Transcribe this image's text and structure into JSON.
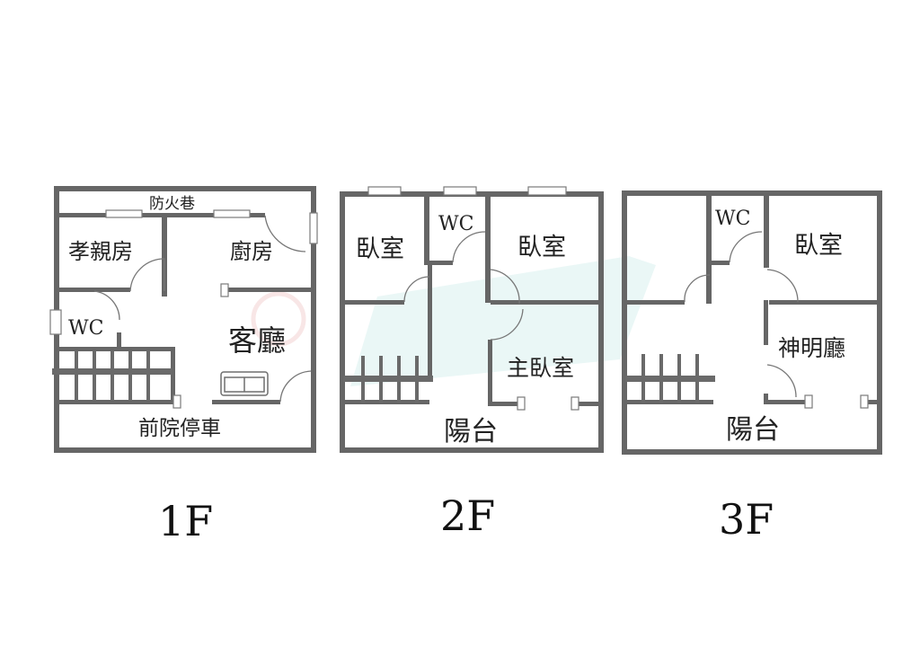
{
  "floors": [
    {
      "label": "1F",
      "rooms": {
        "fire_lane": "防火巷",
        "parents_room": "孝親房",
        "kitchen": "廚房",
        "wc": "WC",
        "living_room": "客廳",
        "front_yard_parking": "前院停車"
      }
    },
    {
      "label": "2F",
      "rooms": {
        "bedroom_left": "臥室",
        "wc": "WC",
        "bedroom_right": "臥室",
        "master_bedroom": "主臥室",
        "balcony": "陽台"
      }
    },
    {
      "label": "3F",
      "rooms": {
        "wc": "WC",
        "bedroom": "臥室",
        "shrine_hall": "神明廳",
        "balcony": "陽台"
      }
    }
  ],
  "colors": {
    "wall": "#666666",
    "background": "#ffffff",
    "watermark": "#d8f0ee"
  },
  "watermark_icon": "house-logo-icon"
}
